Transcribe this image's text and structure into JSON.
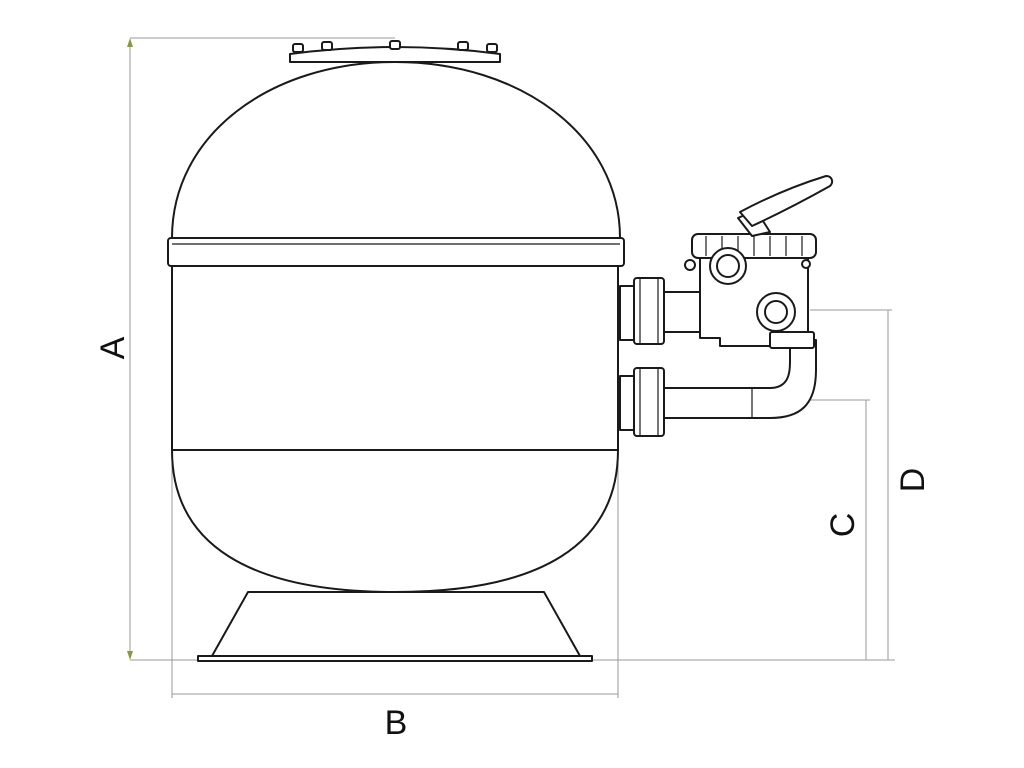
{
  "dimensions": {
    "a": "A",
    "b": "B",
    "c": "C",
    "d": "D"
  },
  "colors": {
    "outline": "#1a1a1a",
    "dimension_line": "#9a9a9a",
    "arrow": "#8a9a3a",
    "background": "#ffffff"
  }
}
